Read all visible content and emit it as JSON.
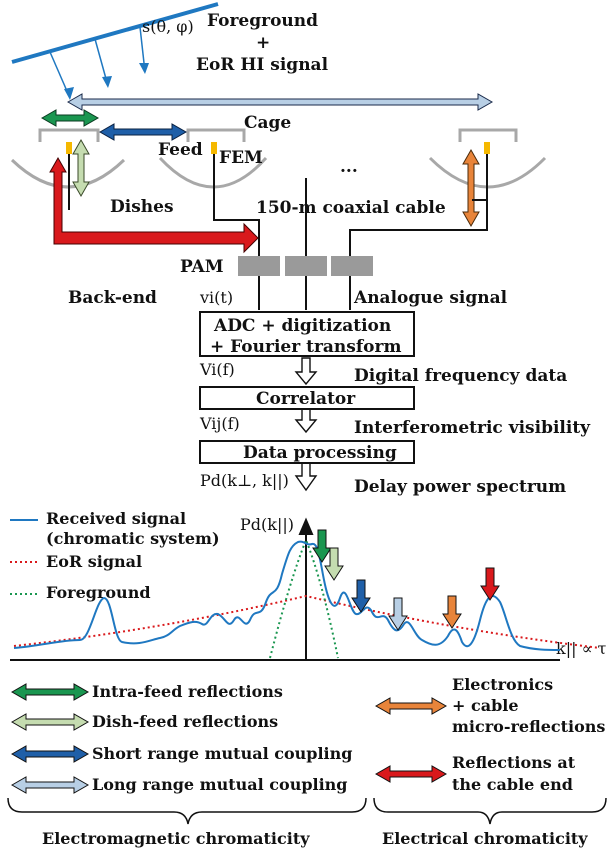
{
  "top": {
    "signal_symbol": "s(θ, φ)",
    "foreground_label": "Foreground",
    "plus": "+",
    "eor_label": "EoR HI signal"
  },
  "array": {
    "cage": "Cage",
    "feed": "Feed",
    "fem": "FEM",
    "ellipsis": "...",
    "dishes": "Dishes",
    "cable": "150-m coaxial cable",
    "pam": "PAM",
    "backend": "Back-end",
    "vi_t": "vi(t)",
    "analogue": "Analogue signal"
  },
  "pipeline": {
    "adc_line1": "ADC + digitization",
    "adc_line2": "+ Fourier transform",
    "vi_f": "Vi(f)",
    "digital": "Digital frequency data",
    "correlator": "Correlator",
    "vij_f": "Vij(f)",
    "interferometric": "Interferometric visibility",
    "processing": "Data processing",
    "pd": "Pd(k⊥, k||)",
    "delay": "Delay power spectrum"
  },
  "spectrum": {
    "legend_received_1": "Received signal",
    "legend_received_2": "(chromatic system)",
    "legend_eor": "EoR signal",
    "legend_foreground": "Foreground",
    "y_label": "Pd(k||)",
    "x_label": "k|| ∝ τ"
  },
  "key": {
    "intra_feed": "Intra-feed reflections",
    "dish_feed": "Dish-feed reflections",
    "short_range": "Short range mutual coupling",
    "long_range": "Long range mutual coupling",
    "electronics_1": "Electronics",
    "electronics_2": "+ cable",
    "electronics_3": "micro-reflections",
    "cable_end_1": "Reflections at",
    "cable_end_2": "the cable end",
    "em_chromaticity": "Electromagnetic chromaticity",
    "el_chromaticity": "Electrical chromaticity"
  },
  "colors": {
    "intra_feed": "#1a9650",
    "dish_feed": "#c5dcb0",
    "short_range": "#1f5fa8",
    "long_range": "#b8cfe5",
    "electronics": "#e8843a",
    "cable_end": "#d9191c",
    "sky_blue": "#1f78c1",
    "pam_gray": "#9a9a9a",
    "feed_yellow": "#f5b800"
  }
}
